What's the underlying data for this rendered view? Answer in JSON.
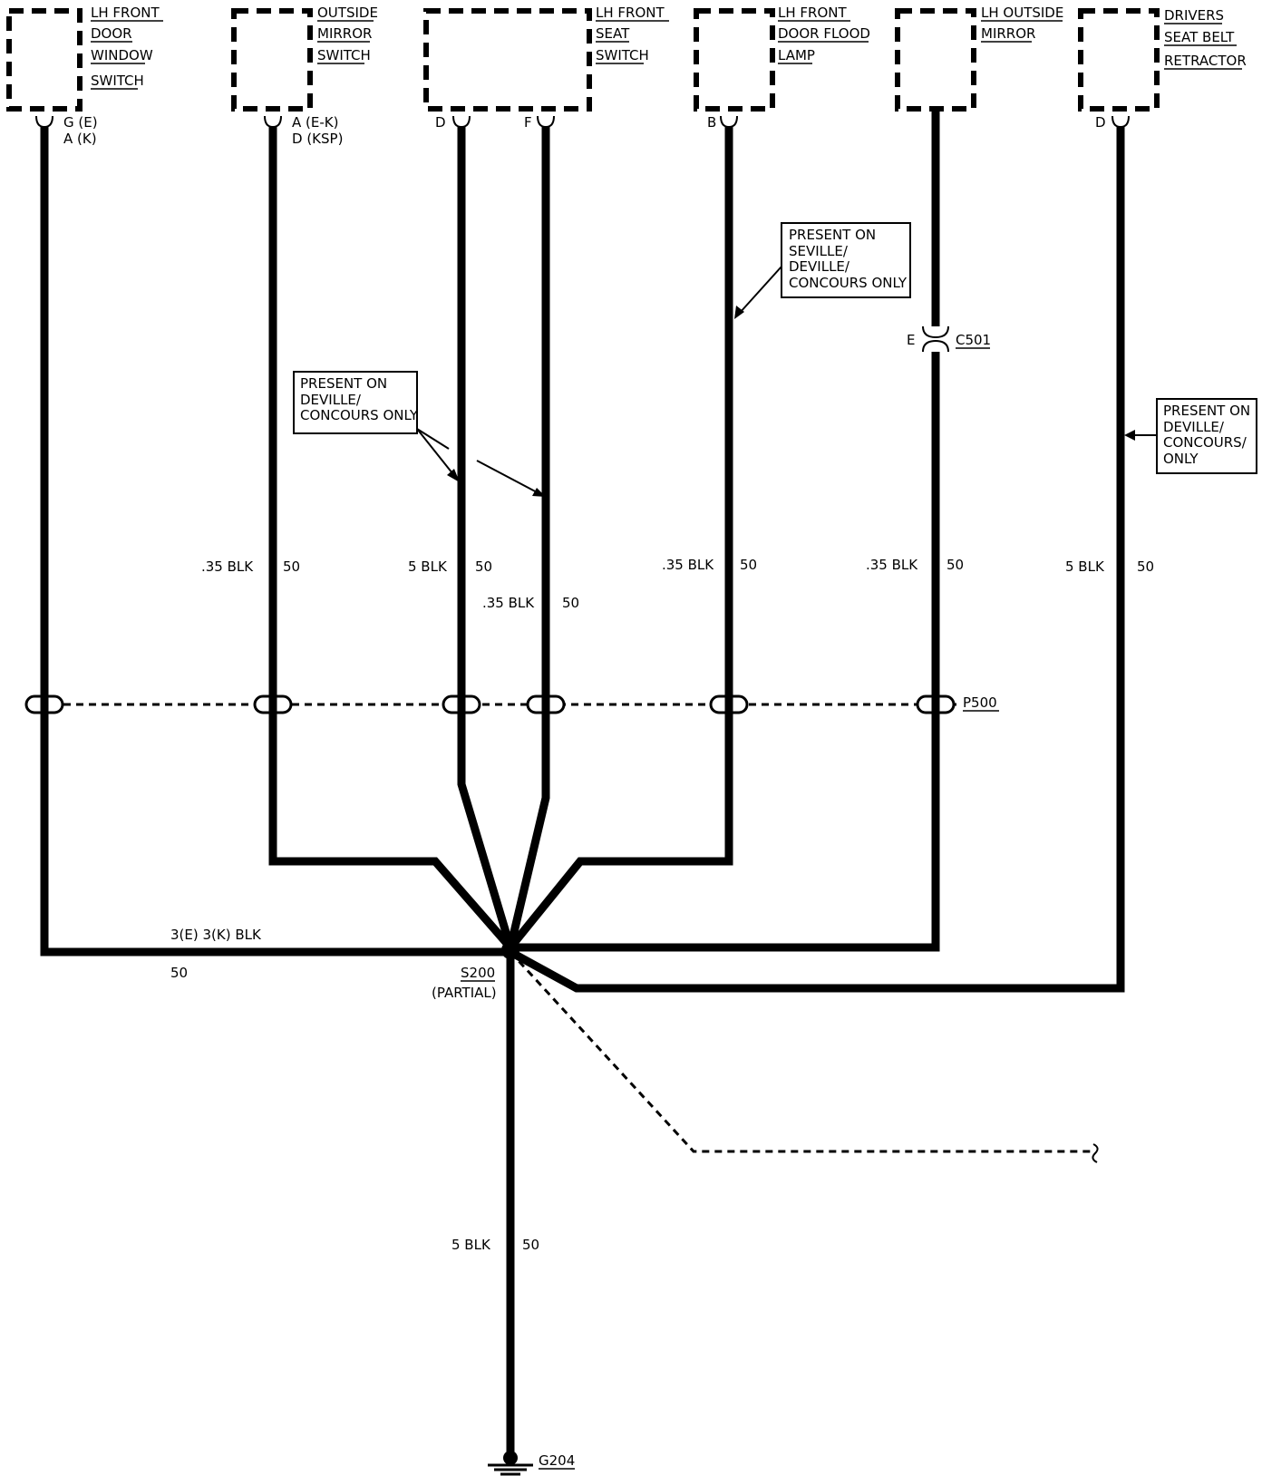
{
  "components": [
    {
      "id": "lh-front-door-window-switch",
      "lines": [
        "LH FRONT",
        "DOOR",
        "WINDOW",
        "SWITCH"
      ]
    },
    {
      "id": "outside-mirror-switch",
      "lines": [
        "OUTSIDE",
        "MIRROR",
        "SWITCH"
      ]
    },
    {
      "id": "lh-front-seat-switch",
      "lines": [
        "LH FRONT",
        "SEAT",
        "SWITCH"
      ]
    },
    {
      "id": "lh-front-door-flood-lamp",
      "lines": [
        "LH FRONT",
        "DOOR FLOOD",
        "LAMP"
      ]
    },
    {
      "id": "lh-outside-mirror",
      "lines": [
        "LH OUTSIDE",
        "MIRROR"
      ]
    },
    {
      "id": "drivers-seat-belt-retractor",
      "lines": [
        "DRIVERS",
        "SEAT BELT",
        "RETRACTOR"
      ]
    }
  ],
  "pins": {
    "door_window_a": "G (E)",
    "door_window_b": "A (K)",
    "mirror_switch_a": "A (E-K)",
    "mirror_switch_b": "D (KSP)",
    "seat_switch_d": "D",
    "seat_switch_f": "F",
    "flood_lamp_b": "B",
    "seat_belt_d": "D"
  },
  "wires": {
    "mirror_switch": {
      "gauge": ".35 BLK",
      "circuit": "50"
    },
    "seat_switch_d": {
      "gauge": "5 BLK",
      "circuit": "50"
    },
    "seat_switch_f": {
      "gauge": ".35 BLK",
      "circuit": "50"
    },
    "flood_lamp": {
      "gauge": ".35 BLK",
      "circuit": "50"
    },
    "outside_mirror": {
      "gauge": ".35 BLK",
      "circuit": "50"
    },
    "seat_belt": {
      "gauge": "5 BLK",
      "circuit": "50"
    },
    "door_window": {
      "gauge": "3(E) 3(K) BLK",
      "circuit": "50"
    },
    "ground": {
      "gauge": "5 BLK",
      "circuit": "50"
    }
  },
  "notes": {
    "deville_concours": [
      "PRESENT ON",
      "DEVILLE/",
      "CONCOURS ONLY"
    ],
    "seville_deville_concours": [
      "PRESENT ON",
      "SEVILLE/",
      "DEVILLE/",
      "CONCOURS ONLY"
    ],
    "deville_concours_belt": [
      "PRESENT ON",
      "DEVILLE/",
      "CONCOURS/",
      "ONLY"
    ]
  },
  "connectors": {
    "c501_pin": "E",
    "c501": "C501",
    "p500": "P500"
  },
  "splice": {
    "name": "S200",
    "note": "(PARTIAL)"
  },
  "ground": {
    "name": "G204"
  }
}
